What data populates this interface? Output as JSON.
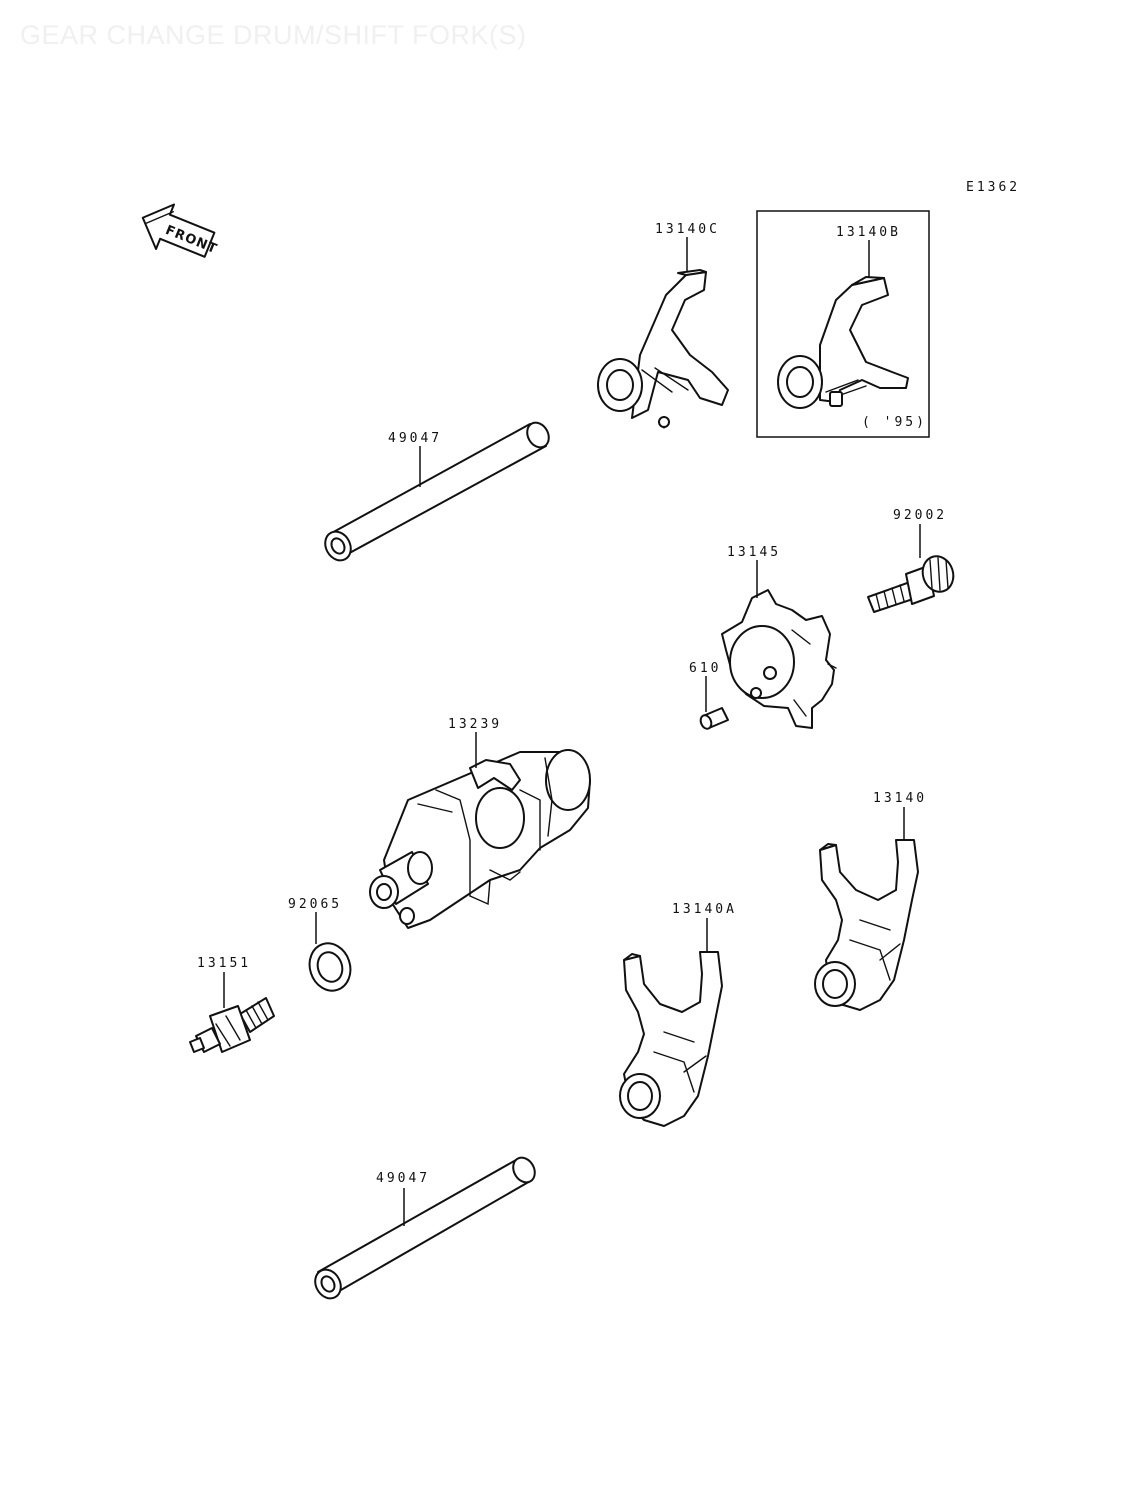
{
  "header": {
    "title": "GEAR CHANGE DRUM/SHIFT FORK(S)",
    "diagram_code": "E1362"
  },
  "front_badge": {
    "text": "FRONT",
    "icon": "front-arrow-icon"
  },
  "callouts": {
    "shift_fork_c": "13140C",
    "shift_fork_b": "13140B",
    "variant_note": "( '95)",
    "shaft_upper": "49047",
    "screw": "92002",
    "drum_operating_plate": "13145",
    "pin": "610",
    "drum": "13239",
    "shift_fork": "13140",
    "washer": "92065",
    "shift_fork_a": "13140A",
    "neutral_switch": "13151",
    "shaft_lower": "49047"
  },
  "colors": {
    "line": "#111111",
    "title": "#f0f0f0",
    "background": "#ffffff"
  }
}
